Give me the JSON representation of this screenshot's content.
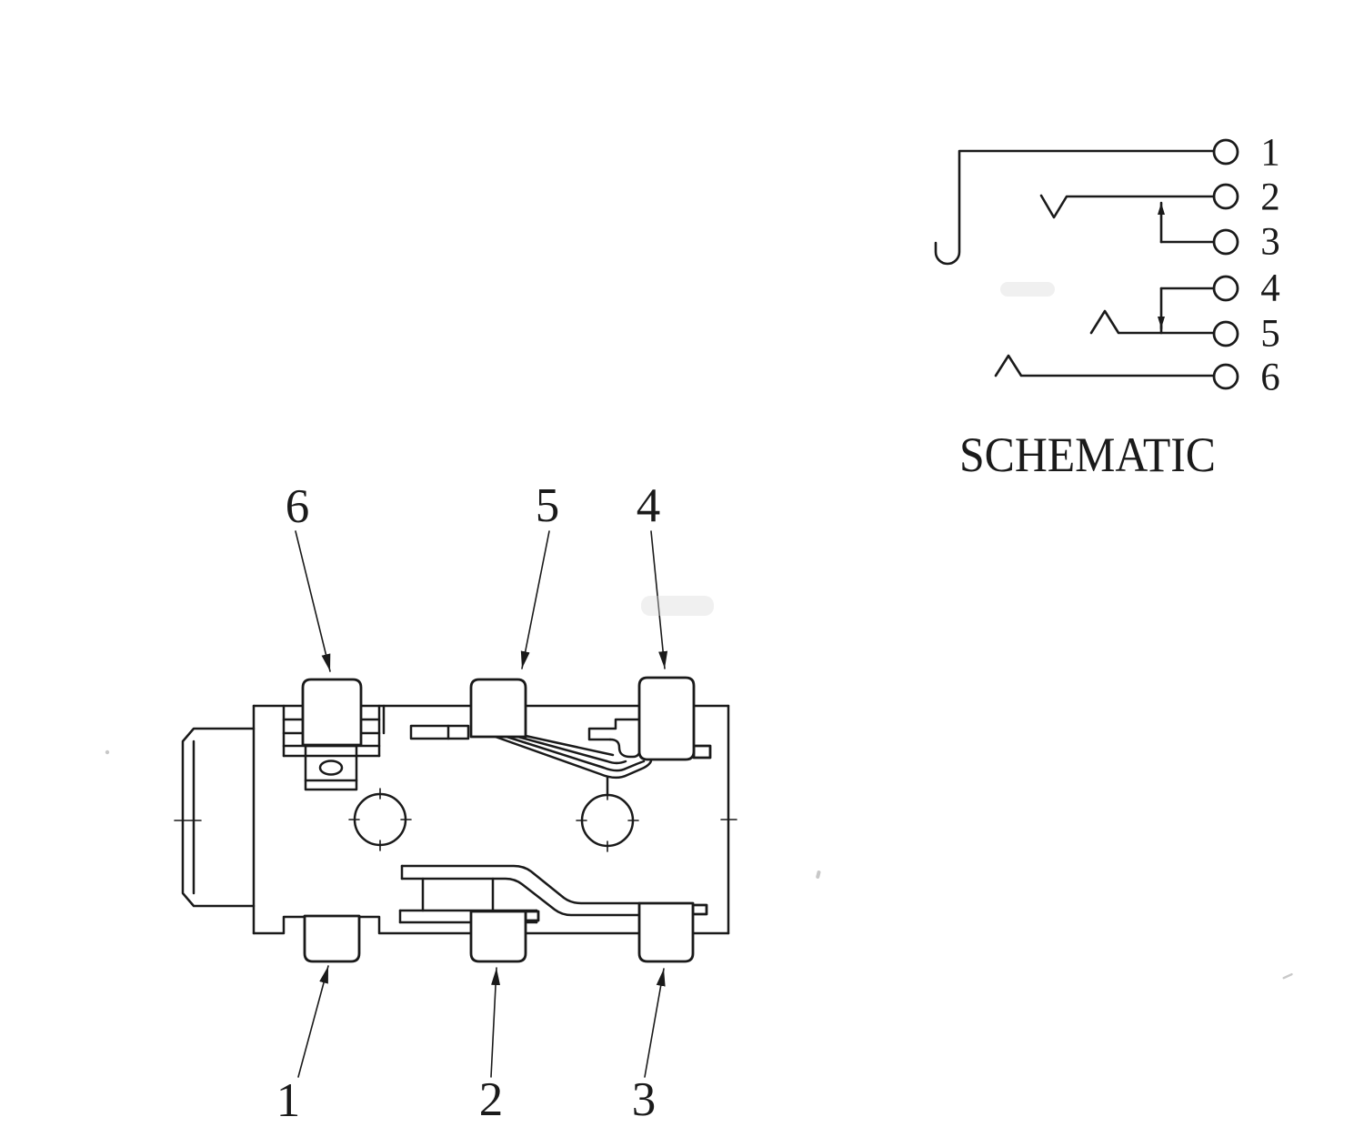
{
  "palette": {
    "background": "#ffffff",
    "ink": "#1a1a1a"
  },
  "schematic": {
    "title": "SCHEMATIC",
    "terminals": [
      {
        "number": "1"
      },
      {
        "number": "2"
      },
      {
        "number": "3"
      },
      {
        "number": "4"
      },
      {
        "number": "5"
      },
      {
        "number": "6"
      }
    ]
  },
  "component_view": {
    "pin_callouts": [
      {
        "number": "6"
      },
      {
        "number": "5"
      },
      {
        "number": "4"
      },
      {
        "number": "1"
      },
      {
        "number": "2"
      },
      {
        "number": "3"
      }
    ]
  }
}
